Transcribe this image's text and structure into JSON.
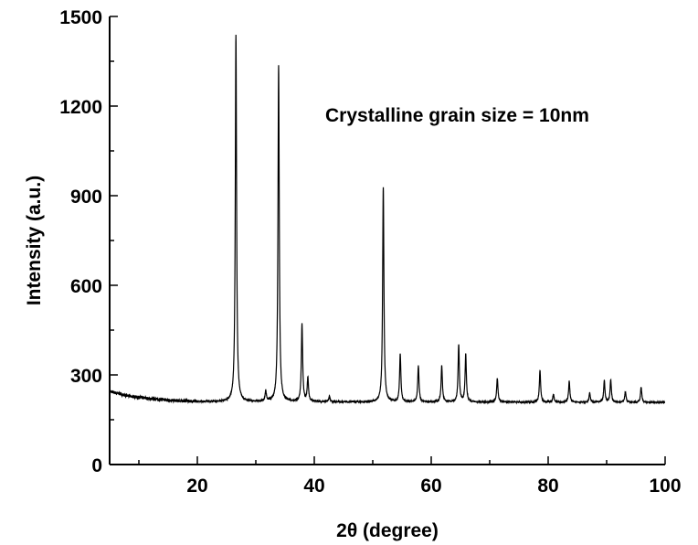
{
  "chart_data": {
    "type": "line",
    "xlabel": "2θ (degree)",
    "ylabel": "Intensity (a.u.)",
    "annotation": "Crystalline grain size = 10nm",
    "xlim": [
      5,
      100
    ],
    "ylim": [
      0,
      1500
    ],
    "x_ticks": [
      20,
      40,
      60,
      80,
      100
    ],
    "x_tick_labels": [
      "20",
      "40",
      "60",
      "80",
      "100"
    ],
    "y_ticks": [
      0,
      300,
      600,
      900,
      1200,
      1500
    ],
    "y_tick_labels": [
      "0",
      "300",
      "600",
      "900",
      "1200",
      "1500"
    ],
    "grid": false,
    "line_color": "#000000",
    "baseline": [
      {
        "x": 5,
        "y": 245
      },
      {
        "x": 8,
        "y": 230
      },
      {
        "x": 12,
        "y": 220
      },
      {
        "x": 16,
        "y": 214
      },
      {
        "x": 20,
        "y": 211
      },
      {
        "x": 30,
        "y": 210
      },
      {
        "x": 100,
        "y": 208
      }
    ],
    "peaks": [
      {
        "x": 26.6,
        "intensity": 1440
      },
      {
        "x": 31.7,
        "intensity": 245
      },
      {
        "x": 33.9,
        "intensity": 1335
      },
      {
        "x": 37.9,
        "intensity": 470
      },
      {
        "x": 38.9,
        "intensity": 290
      },
      {
        "x": 42.6,
        "intensity": 228
      },
      {
        "x": 51.8,
        "intensity": 930
      },
      {
        "x": 54.7,
        "intensity": 370
      },
      {
        "x": 57.8,
        "intensity": 330
      },
      {
        "x": 61.8,
        "intensity": 330
      },
      {
        "x": 64.7,
        "intensity": 400
      },
      {
        "x": 65.9,
        "intensity": 368
      },
      {
        "x": 71.3,
        "intensity": 290
      },
      {
        "x": 78.6,
        "intensity": 315
      },
      {
        "x": 80.9,
        "intensity": 235
      },
      {
        "x": 83.6,
        "intensity": 278
      },
      {
        "x": 87.1,
        "intensity": 240
      },
      {
        "x": 89.6,
        "intensity": 280
      },
      {
        "x": 90.7,
        "intensity": 282
      },
      {
        "x": 93.2,
        "intensity": 245
      },
      {
        "x": 95.9,
        "intensity": 258
      }
    ]
  }
}
